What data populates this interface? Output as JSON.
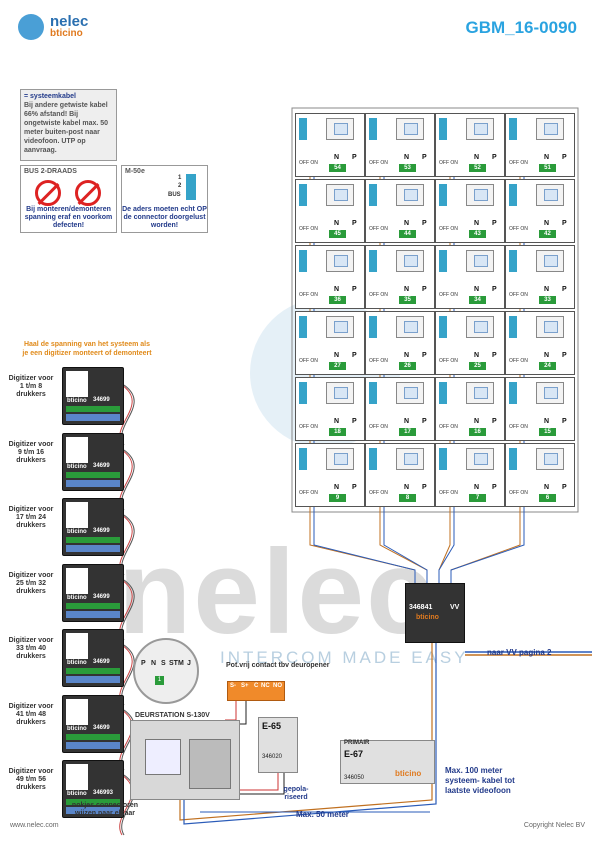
{
  "header": {
    "brand_name": "nelec",
    "brand_sub": "bticino",
    "doc_code": "GBM_16-0090"
  },
  "info_box": {
    "heading": "= systeemkabel",
    "text": "Bij andere getwiste kabel 66% afstand! Bij ongetwiste kabel max. 50 meter buiten-post naar videofoon. UTP op aanvraag."
  },
  "bus_box": {
    "title": "BUS 2-DRAADS",
    "warning": "Bij monteren/demonteren spanning eraf en voorkom defecten!"
  },
  "m50_box": {
    "title": "M-50e",
    "t1": "1",
    "t2": "2",
    "bus": "BUS",
    "warning": "De aders moeten echt OP de connector doorgelust worden!"
  },
  "orange_note": "Haal de spanning van het systeem als je een digitizer monteert of demonteert",
  "digitizers": [
    {
      "label": "Digitizer voor 1 t/m 8 drukkers",
      "code": "34699"
    },
    {
      "label": "Digitizer voor 9 t/m 16 drukkers",
      "code": "34699"
    },
    {
      "label": "Digitizer voor 17 t/m 24 drukkers",
      "code": "34699"
    },
    {
      "label": "Digitizer voor 25 t/m 32 drukkers",
      "code": "34699"
    },
    {
      "label": "Digitizer voor 33 t/m 40 drukkers",
      "code": "34699"
    },
    {
      "label": "Digitizer voor 41 t/m 48 drukkers",
      "code": "34699"
    },
    {
      "label": "Digitizer voor 49 t/m 56 drukkers",
      "code": "346993"
    }
  ],
  "dig_brand": "bticino",
  "unit_labels": {
    "n": "N",
    "p": "P",
    "onoff": "OFF ON"
  },
  "units": [
    [
      "54",
      "53",
      "52",
      "51"
    ],
    [
      "45",
      "44",
      "43",
      "42"
    ],
    [
      "36",
      "35",
      "34",
      "33"
    ],
    [
      "27",
      "26",
      "25",
      "24"
    ],
    [
      "18",
      "17",
      "16",
      "15"
    ],
    [
      "9",
      "8",
      "7",
      "6"
    ]
  ],
  "vv": {
    "code": "346841",
    "type": "VV",
    "brand": "bticino"
  },
  "vv_note": "naar VV pagina 2",
  "watermark": {
    "word": "nelec",
    "tag": "INTERCOM MADE EASY"
  },
  "zoom": {
    "labels": [
      "P",
      "N",
      "S",
      "STM",
      "J"
    ],
    "num": "1"
  },
  "door": {
    "title": "DEURSTATION S-130V"
  },
  "pot": {
    "note": "Pot.vrij contact tbv deuropener",
    "terms": [
      "S-",
      "S+",
      "C",
      "NC",
      "NO"
    ]
  },
  "psu_e65": {
    "name": "E-65",
    "code": "346020"
  },
  "psu_e67": {
    "name": "E-67",
    "primair": "PRIMAIR",
    "code": "346050",
    "brand": "bticino"
  },
  "notes": {
    "gepola": "gepola- riseerd",
    "max50": "Max. 50 meter",
    "max100": "Max. 100 meter systeem- kabel tot laatste videofoon",
    "nokjes": "nokjes connectoren wijzen naar elkaar"
  },
  "footer": {
    "left": "www.nelec.com",
    "right": "Copyright Nelec BV"
  }
}
